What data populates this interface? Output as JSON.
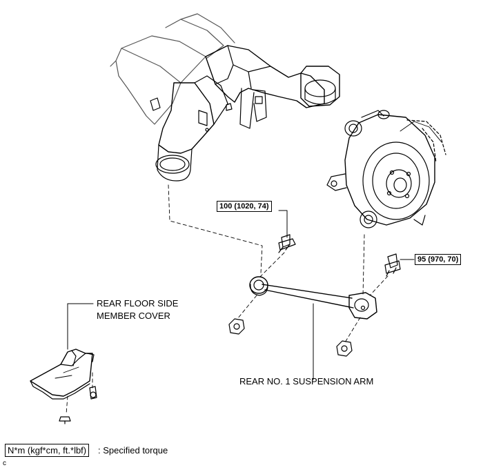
{
  "labels": {
    "floor_cover_line1": "REAR FLOOR SIDE",
    "floor_cover_line2": "MEMBER COVER",
    "suspension_arm": "REAR NO. 1 SUSPENSION ARM"
  },
  "torques": {
    "upper_bolt": "100 (1020, 74)",
    "right_bolt": "95 (970, 70)"
  },
  "legend": {
    "unit_box": "N*m (kgf*cm, ft.*lbf)",
    "description": ": Specified torque"
  },
  "figure_code": "c"
}
